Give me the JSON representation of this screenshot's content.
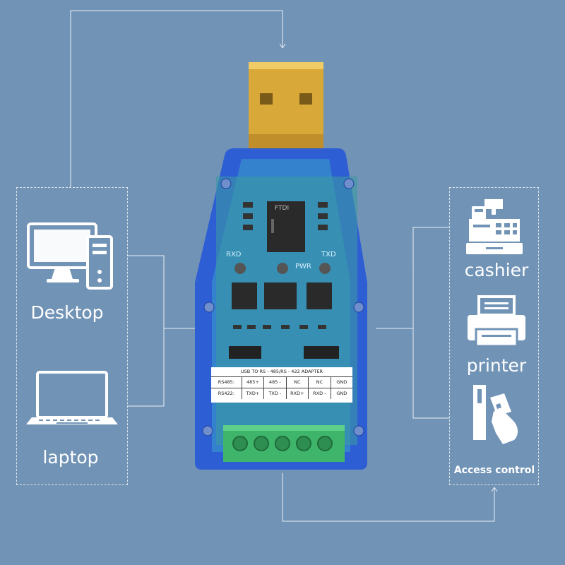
{
  "devices": {
    "desktop_label": "Desktop",
    "laptop_label": "laptop",
    "cashier_label": "cashier",
    "printer_label": "printer",
    "access_label": "Access control"
  },
  "adapter": {
    "title": "USB TO  RS - 485/RS - 422  ADAPTER",
    "rows": [
      [
        "RS485:",
        "485+",
        "485 -",
        "NC",
        "NC",
        "GND"
      ],
      [
        "RS422:",
        "TXD+",
        "TXD -",
        "RXD+",
        "RXD -",
        "GND"
      ]
    ],
    "board_labels": {
      "rxd": "RXD",
      "txd": "TXD",
      "pwr": "PWR",
      "chip": "FTDI"
    }
  },
  "colors": {
    "background": "#7193b6",
    "icon": "#ffffff",
    "connector_gold": "#d8a838",
    "housing_blue": "#2a5bd6",
    "terminal_green": "#3fb56b"
  },
  "icons": [
    "desktop-icon",
    "laptop-icon",
    "cashier-icon",
    "printer-icon",
    "access-control-icon"
  ]
}
